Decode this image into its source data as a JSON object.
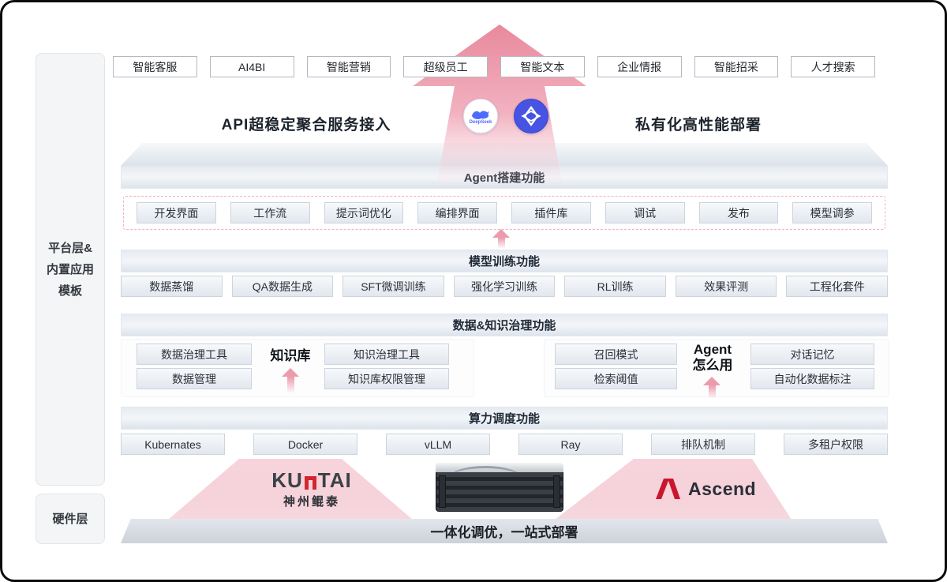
{
  "sidebar": {
    "platform_lines": [
      "平台层&",
      "内置应用",
      "模板"
    ],
    "hardware_label": "硬件层"
  },
  "top_apps": [
    "智能客服",
    "AI4BI",
    "智能营销",
    "超级员工",
    "智能文本",
    "企业情报",
    "智能招采",
    "人才搜索"
  ],
  "banner": {
    "left": "API超稳定聚合服务接入",
    "right": "私有化高性能部署",
    "deepseek_label": "DeepSeek"
  },
  "sections": {
    "agent": {
      "title": "Agent搭建功能",
      "items": [
        "开发界面",
        "工作流",
        "提示词优化",
        "编排界面",
        "插件库",
        "调试",
        "发布",
        "模型调参"
      ]
    },
    "training": {
      "title": "模型训练功能",
      "items": [
        "数据蒸馏",
        "QA数据生成",
        "SFT微调训练",
        "强化学习训练",
        "RL训练",
        "效果评测",
        "工程化套件"
      ]
    },
    "governance": {
      "title": "数据&知识治理功能",
      "knowledge": {
        "left": [
          "数据治理工具",
          "数据管理"
        ],
        "center": "知识库",
        "right": [
          "知识治理工具",
          "知识库权限管理"
        ]
      },
      "agent_usage": {
        "left": [
          "召回模式",
          "检索阈值"
        ],
        "center_line1": "Agent",
        "center_line2": "怎么用",
        "right": [
          "对话记忆",
          "自动化数据标注"
        ]
      }
    },
    "compute": {
      "title": "算力调度功能",
      "items": [
        "Kubernates",
        "Docker",
        "vLLM",
        "Ray",
        "排队机制",
        "多租户权限"
      ]
    }
  },
  "hardware": {
    "kuntai_prefix": "KU",
    "kuntai_suffix": "TAI",
    "kuntai_sub": "神州鲲泰",
    "ascend_label": "Ascend",
    "bottom_bar": "一体化调优，一站式部署"
  },
  "colors": {
    "accent_pink": "#ec9bad",
    "deepseek_blue": "#4d6bfe",
    "knot_blue": "#4653e3",
    "ascend_red": "#c9162c",
    "kuntai_red": "#d22730"
  }
}
